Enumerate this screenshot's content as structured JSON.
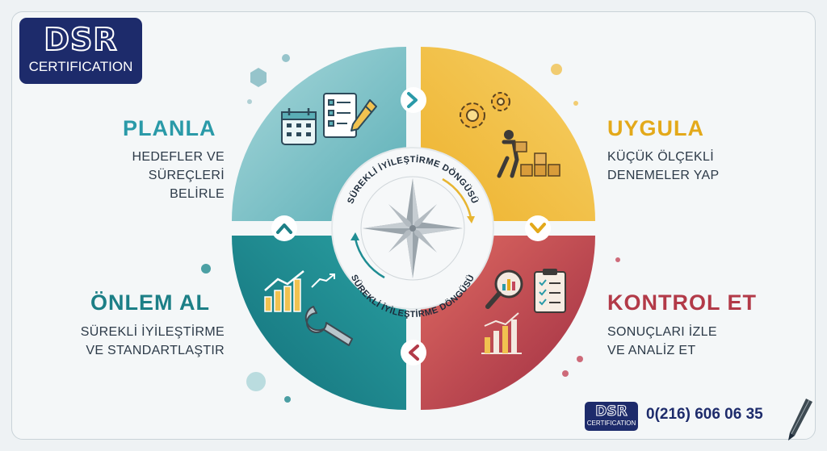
{
  "logo": {
    "main": "DSR",
    "sub": "CERTIFICATION"
  },
  "cycle_label": "SÜREKLİ İYİLEŞTİRME DÖNGÜSÜ",
  "phases": [
    {
      "title": "PLANLA",
      "desc_line1": "HEDEFLER VE",
      "desc_line2": "SÜREÇLERİ BELİRLE",
      "color": "#2a9aa8"
    },
    {
      "title": "UYGULA",
      "desc_line1": "KÜÇÜK ÖLÇEKLİ",
      "desc_line2": "DENEMELER YAP",
      "color": "#e3a91a"
    },
    {
      "title": "KONTROL ET",
      "desc_line1": "SONUÇLARI İZLE",
      "desc_line2": "VE ANALİZ ET",
      "color": "#b23a48"
    },
    {
      "title": "ÖNLEM AL",
      "desc_line1": "SÜREKLİ İYİLEŞTİRME",
      "desc_line2": "VE STANDARTLAŞTIR",
      "color": "#1c7f86"
    }
  ],
  "quadrant_colors": {
    "planla": "#7cc0c7",
    "uygula": "#f4c04c",
    "kontrol": "#c4475a",
    "onlem": "#20898f"
  },
  "icons": [
    "calendar-icon",
    "checklist-icon",
    "pencil-icon",
    "gears-icon",
    "worker-boxes-icon",
    "magnifier-chart-icon",
    "clipboard-icon",
    "bar-chart-icon",
    "growth-chart-icon",
    "wrench-icon",
    "compass-icon",
    "fountain-pen-icon"
  ],
  "footer": {
    "logo_main": "DSR",
    "logo_sub": "CERTIFICATION",
    "phone": "0(216) 606 06 35"
  }
}
